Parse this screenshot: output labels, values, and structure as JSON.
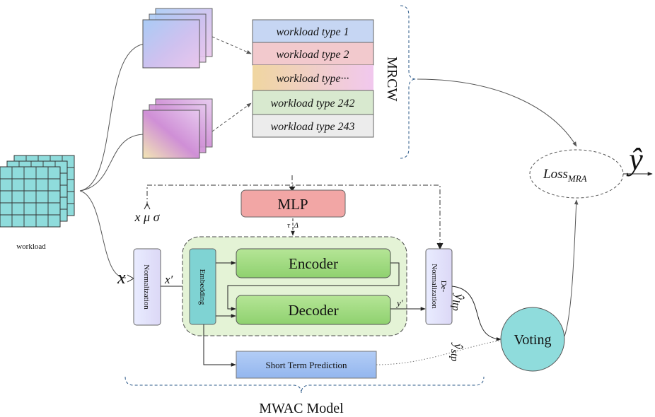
{
  "workload": {
    "label": "workload",
    "grid_color": "#8fdcdc"
  },
  "workload_types": [
    {
      "label": "workload type 1",
      "color": "#c6d6f3"
    },
    {
      "label": "workload type 2",
      "color": "#f2c9cd"
    },
    {
      "label": "workload type···",
      "color": "#f0d6a8"
    },
    {
      "label": "workload type 242",
      "color": "#d8e9cf"
    },
    {
      "label": "workload type 243",
      "color": "#ececec"
    }
  ],
  "mrcw_label": "MRCW",
  "loss_label": "Loss",
  "loss_sub": "MRA",
  "output_label": "ŷ",
  "mlp_label": "MLP",
  "mlp_out_label": "τ  Δ",
  "stats_label": "x μ σ",
  "x_label": "x",
  "x_prime_label": "x′",
  "y_prime_label": "y′",
  "normalization_label": "Normalization",
  "embedding_label": "Embedding",
  "encoder_label": "Encoder",
  "decoder_label": "Decoder",
  "denorm_line1": "De-",
  "denorm_line2": "Normalization",
  "voting_label": "Voting",
  "y_ltp_label": "ŷ",
  "y_ltp_sub": "ltp",
  "y_stp_label": "ŷ",
  "y_stp_sub": "stp",
  "short_term_label": "Short Term Prediction",
  "model_label": "MWAC Model"
}
